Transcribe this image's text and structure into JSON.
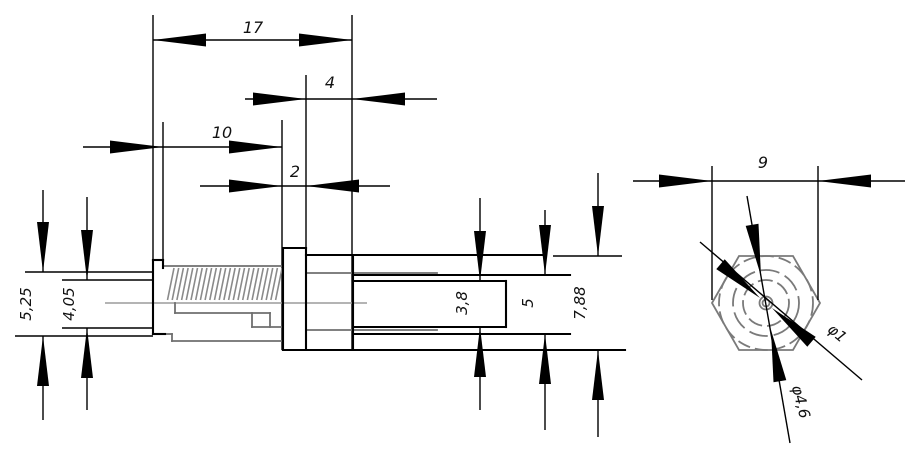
{
  "drawing": {
    "kind": "technical-drawing",
    "units_hint": "mm",
    "side_view": {
      "h_dims": [
        {
          "label": "17",
          "value": 17
        },
        {
          "label": "4",
          "value": 4
        },
        {
          "label": "10",
          "value": 10
        },
        {
          "label": "2",
          "value": 2
        }
      ],
      "v_dims": [
        {
          "label": "5,25",
          "value": 5.25
        },
        {
          "label": "4,05",
          "value": 4.05
        },
        {
          "label": "3,8",
          "value": 3.8
        },
        {
          "label": "5",
          "value": 5
        },
        {
          "label": "7,88",
          "value": 7.88
        }
      ]
    },
    "end_view": {
      "shape": "hexagon",
      "width_dim": {
        "label": "9",
        "value": 9
      },
      "dia_dims": [
        {
          "label": "φ1",
          "value": 1
        },
        {
          "label": "φ4,6",
          "value": 4.6
        }
      ]
    },
    "colors": {
      "primary_line": "#000000",
      "secondary_line": "#6f6f6f",
      "centerline": "#9c9c9c",
      "background": "#ffffff"
    }
  }
}
